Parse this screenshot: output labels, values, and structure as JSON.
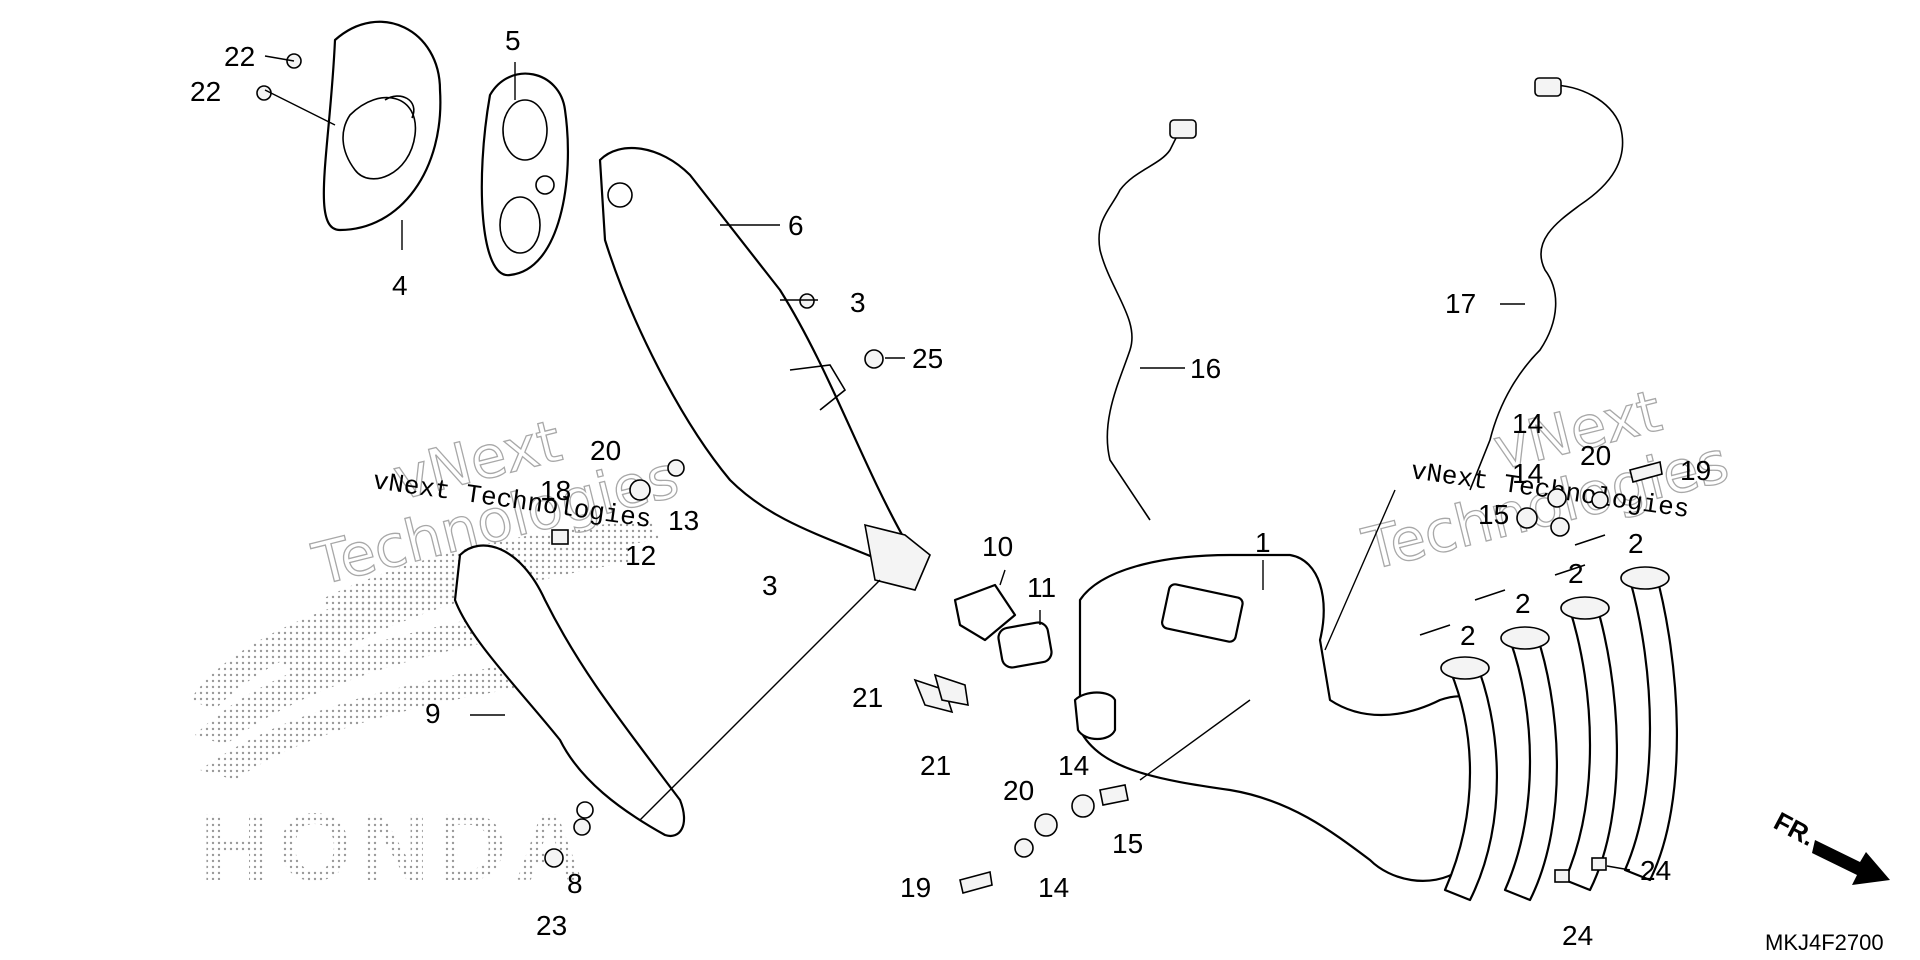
{
  "diagram": {
    "code": "MKJ4F2700",
    "front_marker": "FR.",
    "watermark_lines": [
      "vNext",
      "Technologies"
    ],
    "watermark_inline": "vNext Technologies",
    "brand_logo_text": "HONDA",
    "callouts": [
      {
        "id": "c22a",
        "label": "22"
      },
      {
        "id": "c22b",
        "label": "22"
      },
      {
        "id": "c5",
        "label": "5"
      },
      {
        "id": "c4",
        "label": "4"
      },
      {
        "id": "c6",
        "label": "6"
      },
      {
        "id": "c3a",
        "label": "3"
      },
      {
        "id": "c25",
        "label": "25"
      },
      {
        "id": "c20a",
        "label": "20"
      },
      {
        "id": "c18",
        "label": "18"
      },
      {
        "id": "c13",
        "label": "13"
      },
      {
        "id": "c12",
        "label": "12"
      },
      {
        "id": "c3b",
        "label": "3"
      },
      {
        "id": "c10",
        "label": "10"
      },
      {
        "id": "c11",
        "label": "11"
      },
      {
        "id": "c16",
        "label": "16"
      },
      {
        "id": "c1",
        "label": "1"
      },
      {
        "id": "c17",
        "label": "17"
      },
      {
        "id": "c14a",
        "label": "14"
      },
      {
        "id": "c14b",
        "label": "14"
      },
      {
        "id": "c20b",
        "label": "20"
      },
      {
        "id": "c19a",
        "label": "19"
      },
      {
        "id": "c15a",
        "label": "15"
      },
      {
        "id": "c2a",
        "label": "2"
      },
      {
        "id": "c2b",
        "label": "2"
      },
      {
        "id": "c2c",
        "label": "2"
      },
      {
        "id": "c2d",
        "label": "2"
      },
      {
        "id": "c9",
        "label": "9"
      },
      {
        "id": "c8",
        "label": "8"
      },
      {
        "id": "c23",
        "label": "23"
      },
      {
        "id": "c21a",
        "label": "21"
      },
      {
        "id": "c21b",
        "label": "21"
      },
      {
        "id": "c20c",
        "label": "20"
      },
      {
        "id": "c14c",
        "label": "14"
      },
      {
        "id": "c15b",
        "label": "15"
      },
      {
        "id": "c14d",
        "label": "14"
      },
      {
        "id": "c19b",
        "label": "19"
      },
      {
        "id": "c24a",
        "label": "24"
      },
      {
        "id": "c24b",
        "label": "24"
      }
    ]
  }
}
